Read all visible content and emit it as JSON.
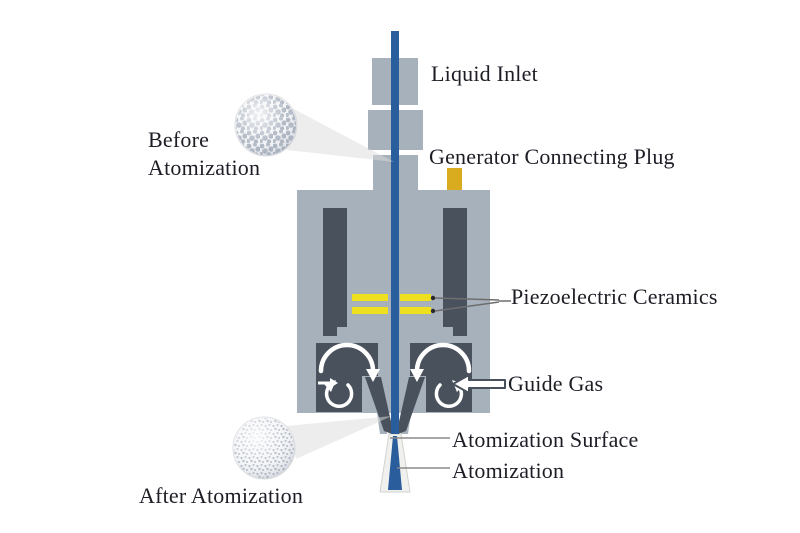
{
  "colors": {
    "body_gray": "#a6b1bb",
    "dark_gray": "#49525c",
    "piezo_yellow": "#efe01f",
    "plug_gold": "#d9ab1e",
    "liquid_blue": "#2a5d9b",
    "text": "#1d1d26",
    "leader_gray": "#6e6e6e",
    "surface_leader_gray": "#8a8a8a",
    "arrow_white": "#ffffff",
    "callout_cone_gray": "#dcdcdc",
    "spray_cone_white": "#f0f0ee",
    "spray_cone_edge": "#d2d2cf",
    "droplet_coarse_dot": "#97a1b1",
    "droplet_fine_dot": "#a9b1bd",
    "droplet_base": "#f2f3f6"
  },
  "device": {
    "labels": {
      "liquid_inlet": "Liquid Inlet",
      "generator_connecting_plug": "Generator Connecting Plug",
      "piezoelectric_ceramics": "Piezoelectric Ceramics",
      "guide_gas": "Guide Gas",
      "atomization_surface": "Atomization Surface",
      "atomization": "Atomization"
    },
    "callouts": {
      "before": {
        "line1": "Before",
        "line2": "Atomization"
      },
      "after": {
        "label": "After Atomization"
      }
    }
  }
}
